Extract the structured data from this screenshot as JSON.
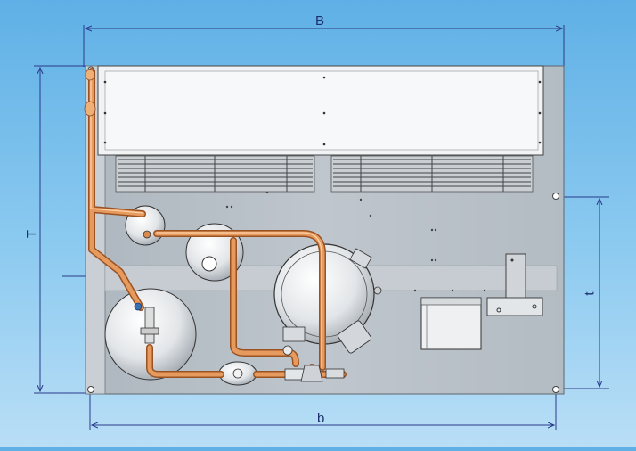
{
  "dimensions": {
    "top_width": "B",
    "bottom_width": "b",
    "left_height": "T",
    "right_height": "t"
  },
  "colors": {
    "background_top": "#5fb0e6",
    "background_bottom": "#b9def6",
    "dimension_line": "#2a3a8a",
    "panel_gray": "#b7bfc6",
    "copper": "#d98a4e",
    "steel": "#e6e8ea"
  },
  "components": [
    "condenser-unit",
    "fan-grille-left",
    "fan-grille-right",
    "compressor",
    "liquid-receiver",
    "filter-drier",
    "accumulator",
    "electrical-box",
    "mounting-bracket",
    "copper-piping"
  ]
}
